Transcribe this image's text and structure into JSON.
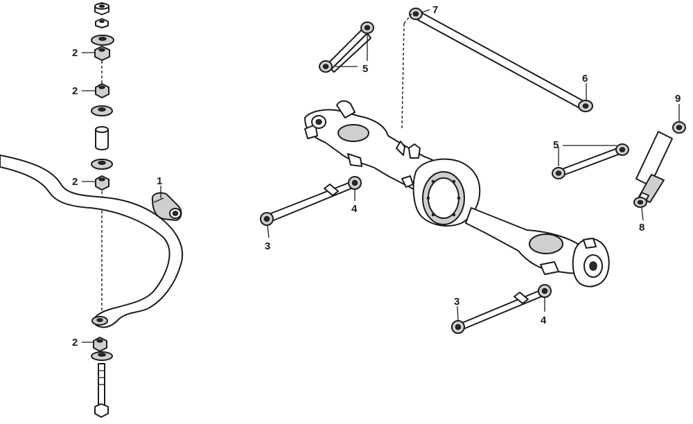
{
  "callouts": {
    "c1": "1",
    "c2a": "2",
    "c2b": "2",
    "c2c": "2",
    "c2d": "2",
    "c3a": "3",
    "c3b": "3",
    "c4a": "4",
    "c4b": "4",
    "c5a": "5",
    "c5b": "5",
    "c6": "6",
    "c7": "7",
    "c8": "8",
    "c9": "9"
  }
}
